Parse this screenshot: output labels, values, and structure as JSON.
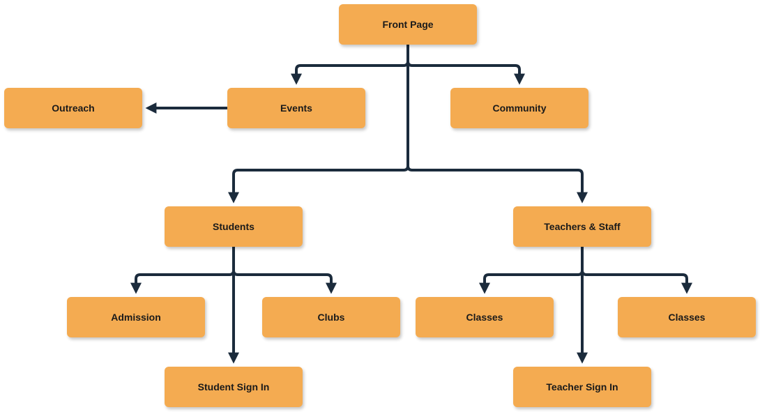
{
  "diagram": {
    "type": "site-map-tree",
    "colors": {
      "node_fill": "#f4ab51",
      "connector": "#1b2b3c",
      "text": "#1a1a1a",
      "background": "#ffffff"
    },
    "nodes": {
      "front_page": "Front Page",
      "outreach": "Outreach",
      "events": "Events",
      "community": "Community",
      "students": "Students",
      "teachers_staff": "Teachers & Staff",
      "admission": "Admission",
      "clubs": "Clubs",
      "classes_1": "Classes",
      "classes_2": "Classes",
      "student_sign_in": "Student Sign In",
      "teacher_sign_in": "Teacher Sign In"
    },
    "edges": [
      {
        "from": "Front Page",
        "to": "Events"
      },
      {
        "from": "Front Page",
        "to": "Community"
      },
      {
        "from": "Events",
        "to": "Outreach"
      },
      {
        "from": "Front Page",
        "to": "Students"
      },
      {
        "from": "Front Page",
        "to": "Teachers & Staff"
      },
      {
        "from": "Students",
        "to": "Admission"
      },
      {
        "from": "Students",
        "to": "Clubs"
      },
      {
        "from": "Students",
        "to": "Student Sign In"
      },
      {
        "from": "Teachers & Staff",
        "to": "Classes"
      },
      {
        "from": "Teachers & Staff",
        "to": "Classes"
      },
      {
        "from": "Teachers & Staff",
        "to": "Teacher Sign In"
      }
    ]
  }
}
